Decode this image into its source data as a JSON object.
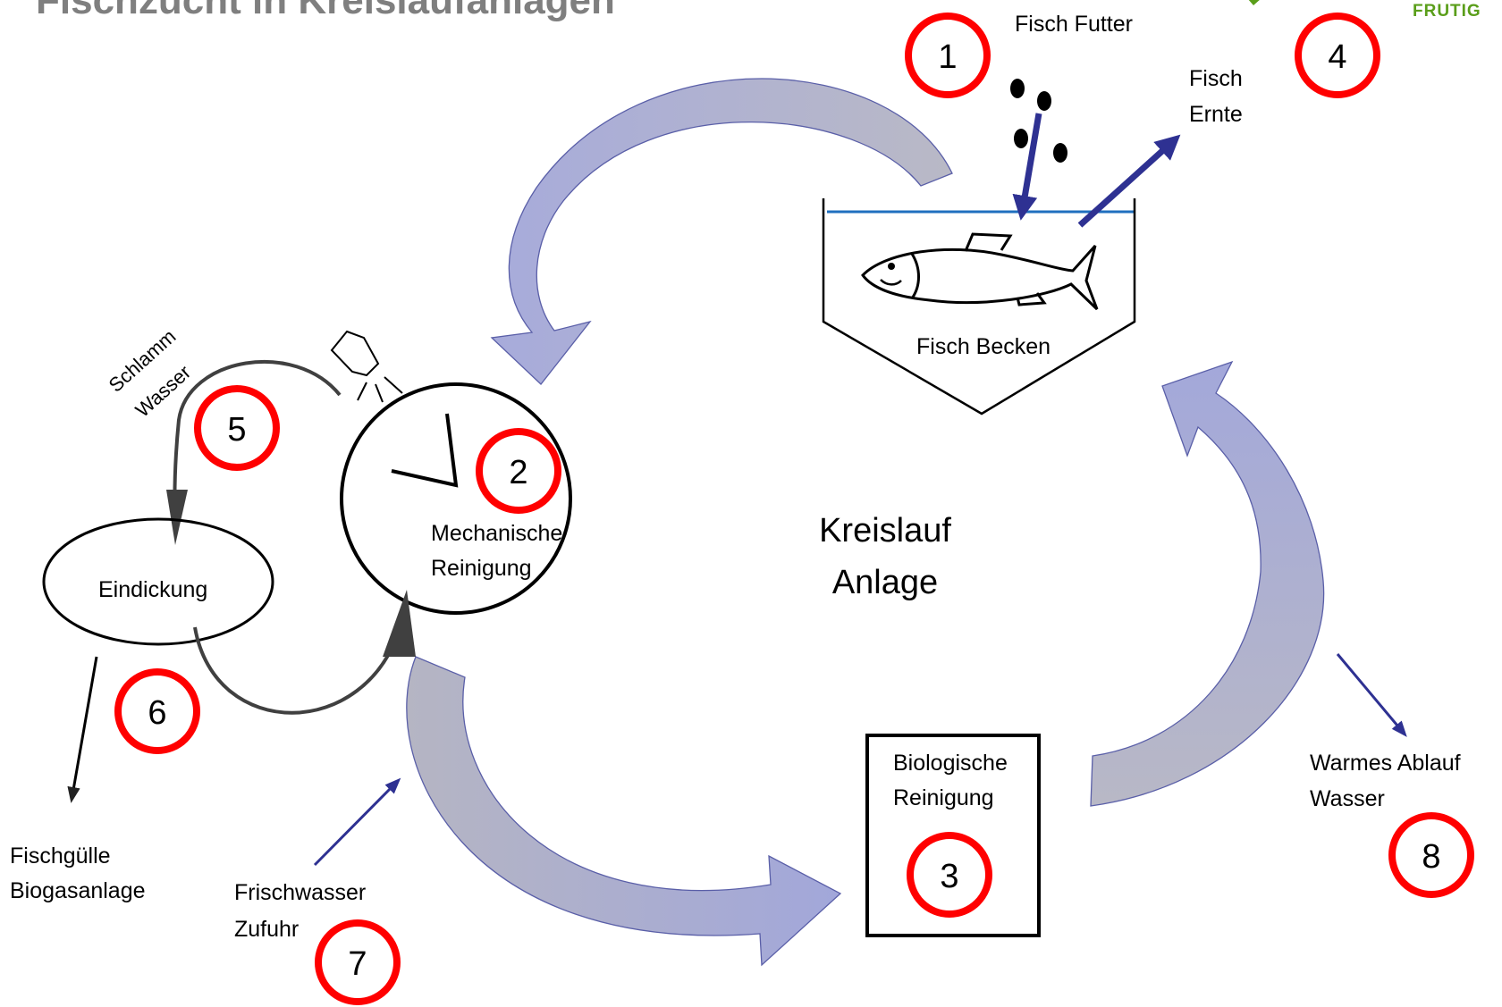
{
  "title": "Fischzucht in Kreislaufanlagen",
  "brand": "FRUTIG",
  "center_label": [
    "Kreislauf",
    "Anlage"
  ],
  "markers": [
    "1",
    "2",
    "3",
    "4",
    "5",
    "6",
    "7",
    "8"
  ],
  "labels": {
    "fish_feed": "Fisch Futter",
    "harvest": [
      "Fisch",
      "Ernte"
    ],
    "fish_tank": "Fisch Becken",
    "mechanical": [
      "Mechanische",
      "Reinigung"
    ],
    "biological": [
      "Biologische",
      "Reinigung"
    ],
    "thickening": "Eindickung",
    "sludge_water": [
      "Schlamm",
      "Wasser"
    ],
    "manure": [
      "Fischgülle",
      "Biogasanlage"
    ],
    "fresh_water": [
      "Frischwasser",
      "Zufuhr"
    ],
    "warm_water": [
      "Warmes Ablauf",
      "Wasser"
    ]
  },
  "colors": {
    "flow_arrow_fill": "#a4a9d9",
    "flow_arrow_dark": "#b6b6c4",
    "dark_blue_arrow": "#2e3192",
    "marker_ring": "#ff0000",
    "water_line": "#1f6fbf",
    "title_gray": "#7f7f7f",
    "brand_green": "#5a9e1a"
  }
}
